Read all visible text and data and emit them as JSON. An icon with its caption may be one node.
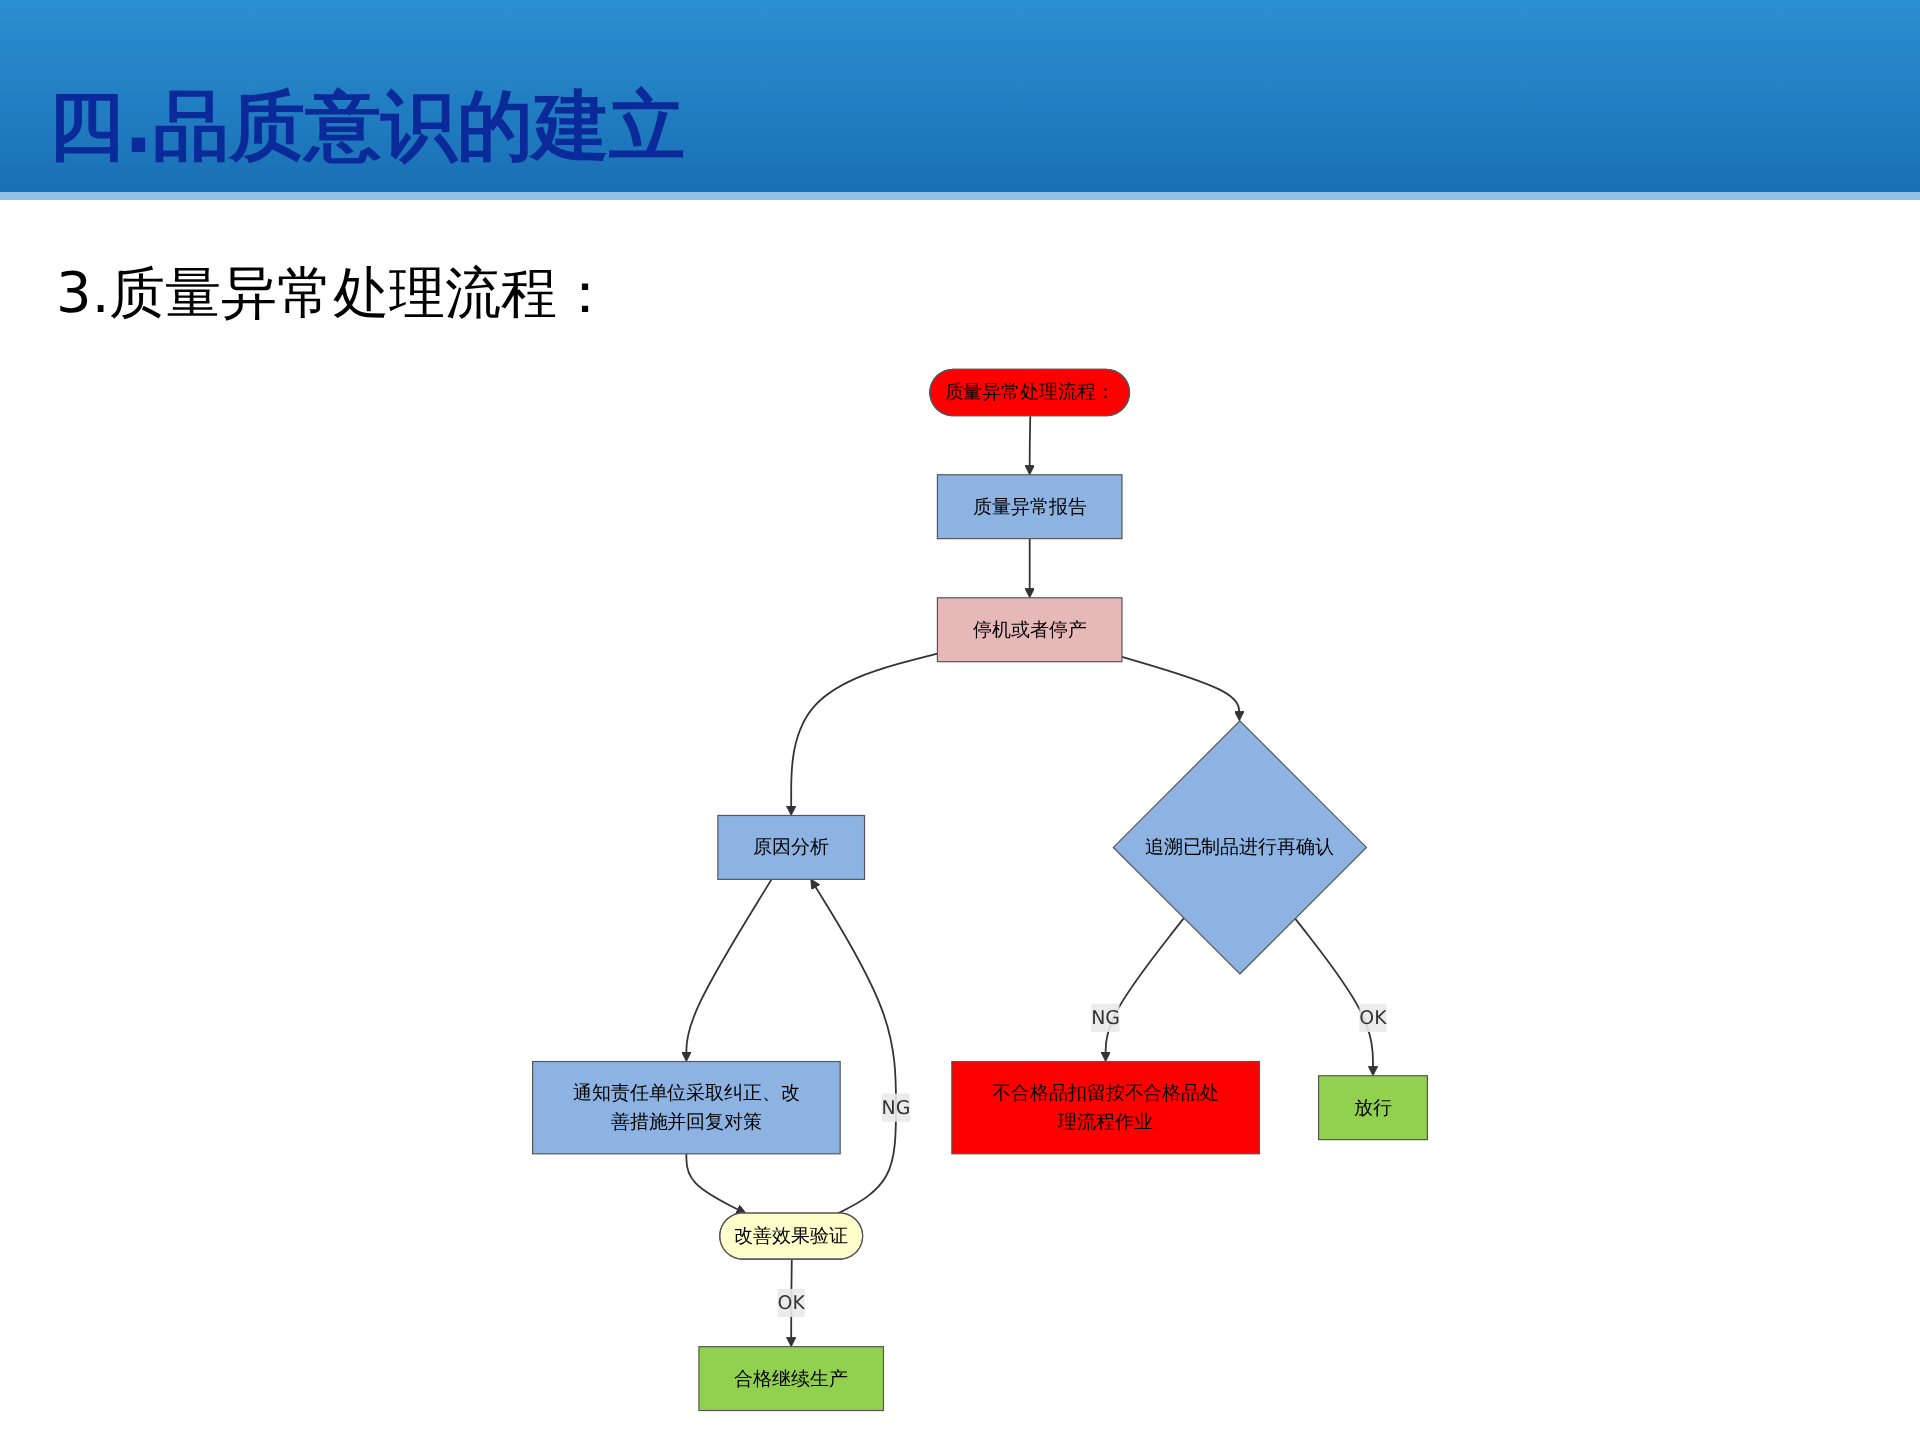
{
  "diagram": {
    "title": "四.品质意识的建立",
    "nodes": [
      {
        "text": [
          "质量异常处理流程："
        ]
      },
      {
        "text": [
          "质量异常报告"
        ]
      },
      {
        "text": [
          "停机或者停产"
        ]
      },
      {
        "text": [
          "原因分析"
        ]
      },
      {
        "text": [
          "通知责任单位采取纠正、改善措施并回复对策"
        ]
      },
      {
        "text": [
          "改善效果验证"
        ]
      },
      {
        "text": [
          "追溯已制品进行再确认"
        ]
      },
      {
        "text": [
          "不合格品扣留按不合格品处理流程作业"
        ]
      },
      {
        "text": [
          "放行"
        ]
      },
      {
        "text": [
          "合格继续生产"
        ]
      }
    ],
    "edges": [
      {
        "from": 0,
        "to": 1,
        "arrow": "to"
      },
      {
        "from": 1,
        "to": 2,
        "arrow": "to"
      },
      {
        "from": 2,
        "to": 3,
        "arrow": "to"
      },
      {
        "from": 3,
        "to": 4,
        "arrow": "to"
      },
      {
        "from": 4,
        "to": 5,
        "arrow": "to"
      },
      {
        "from": 5,
        "to": 3,
        "arrow": "to",
        "label": "NG"
      },
      {
        "from": 5,
        "to": 9,
        "arrow": "to",
        "label": "OK"
      },
      {
        "from": 2,
        "to": 6,
        "arrow": "to"
      },
      {
        "from": 6,
        "to": 7,
        "arrow": "to",
        "label": "NG"
      },
      {
        "from": 6,
        "to": 8,
        "arrow": "to",
        "label": "OK"
      }
    ],
    "labels": [
      "3.质量异常处理流程："
    ]
  }
}
